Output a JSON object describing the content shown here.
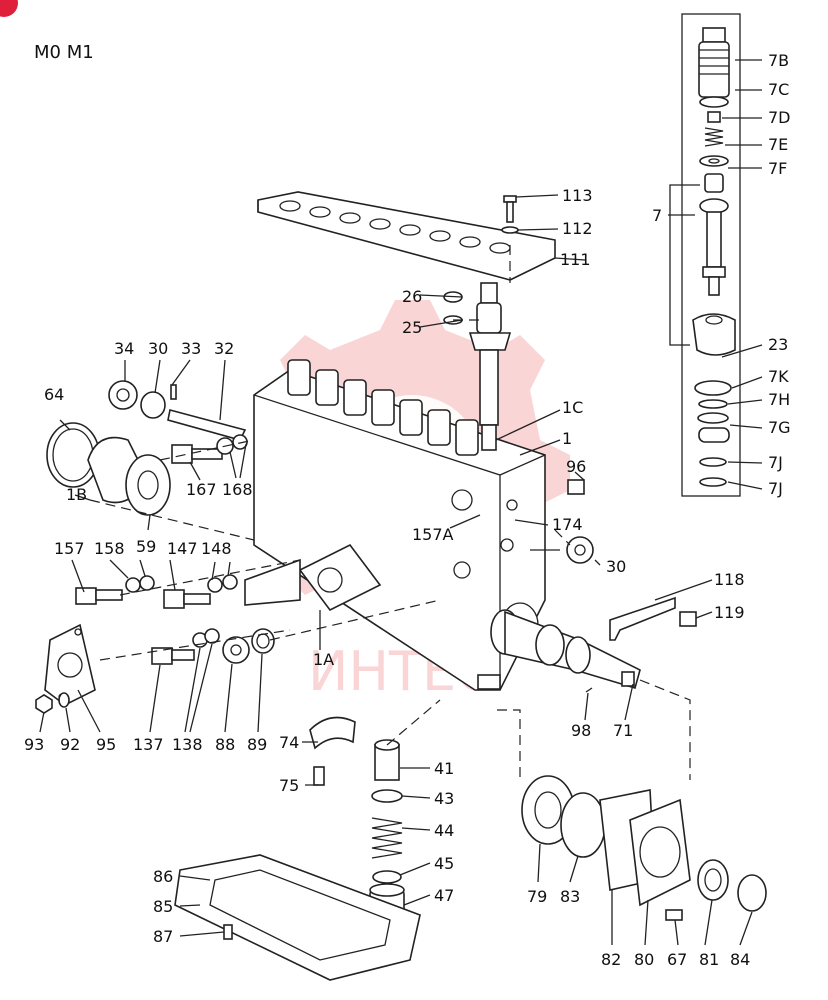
{
  "header": "M0 M1",
  "watermark": "ИНТЕС",
  "colors": {
    "watermark": "#f5b3b3",
    "badge": "#e0203a",
    "ink": "#222222"
  },
  "labels": {
    "l7b": "7B",
    "l7c": "7C",
    "l7d": "7D",
    "l7e": "7E",
    "l7f": "7F",
    "l7": "7",
    "l23": "23",
    "l7k": "7K",
    "l7h": "7H",
    "l7g": "7G",
    "l7j1": "7J",
    "l7j2": "7J",
    "l113": "113",
    "l112": "112",
    "l111": "111",
    "l26": "26",
    "l25": "25",
    "l34": "34",
    "l30a": "30",
    "l33": "33",
    "l32": "32",
    "l1c": "1C",
    "l1": "1",
    "l64": "64",
    "l1b": "1B",
    "l59": "59",
    "l167": "167",
    "l168": "168",
    "l96": "96",
    "l157a": "157A",
    "l174": "174",
    "l30b": "30",
    "l157": "157",
    "l158": "158",
    "l147": "147",
    "l148": "148",
    "l118": "118",
    "l119": "119",
    "l1a": "1A",
    "l95": "95",
    "l93": "93",
    "l92": "92",
    "l137": "137",
    "l138": "138",
    "l88": "88",
    "l89": "89",
    "l74": "74",
    "l98": "98",
    "l71": "71",
    "l75": "75",
    "l41": "41",
    "l43": "43",
    "l44": "44",
    "l45": "45",
    "l47": "47",
    "l86": "86",
    "l85": "85",
    "l87": "87",
    "l79": "79",
    "l83": "83",
    "l82": "82",
    "l80": "80",
    "l67": "67",
    "l81": "81",
    "l84": "84"
  }
}
